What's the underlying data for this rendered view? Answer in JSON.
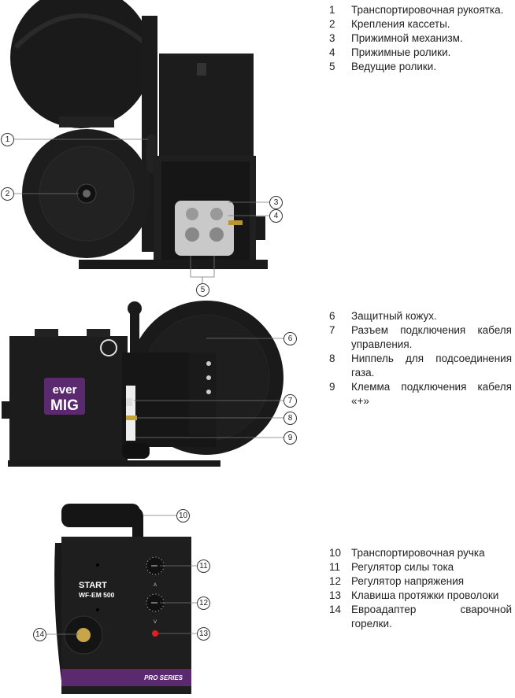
{
  "section1": {
    "items": [
      {
        "num": "1",
        "text": "Транспортировочная рукоятка."
      },
      {
        "num": "2",
        "text": "Крепления кассеты."
      },
      {
        "num": "3",
        "text": "Прижимной механизм."
      },
      {
        "num": "4",
        "text": "Прижимные ролики."
      },
      {
        "num": "5",
        "text": "Ведущие ролики."
      }
    ]
  },
  "section2": {
    "items": [
      {
        "num": "6",
        "text": "Защитный кожух."
      },
      {
        "num": "7",
        "text": "Разъем подключения кабеля управления."
      },
      {
        "num": "8",
        "text": "Ниппель для подсоединения газа."
      },
      {
        "num": "9",
        "text": "Клемма подключения кабеля «+»"
      }
    ]
  },
  "section3": {
    "items": [
      {
        "num": "10",
        "text": "Транспортировочная ручка"
      },
      {
        "num": "11",
        "text": "Регулятор силы тока"
      },
      {
        "num": "12",
        "text": "Регулятор напряжения"
      },
      {
        "num": "13",
        "text": "Клавиша протяжки проволоки"
      },
      {
        "num": "14",
        "text": "Евроадаптер сварочной горелки."
      }
    ]
  },
  "images": {
    "brand_line1": "ever",
    "brand_line2": "MIG",
    "model_brand": "START",
    "model_name": "WF-EM 500",
    "series": "PRO SERIES",
    "knob1_unit": "A",
    "knob2_unit": "V",
    "logo": "START"
  },
  "colors": {
    "body": "#1c1c1c",
    "purple": "#5b2a6e"
  }
}
